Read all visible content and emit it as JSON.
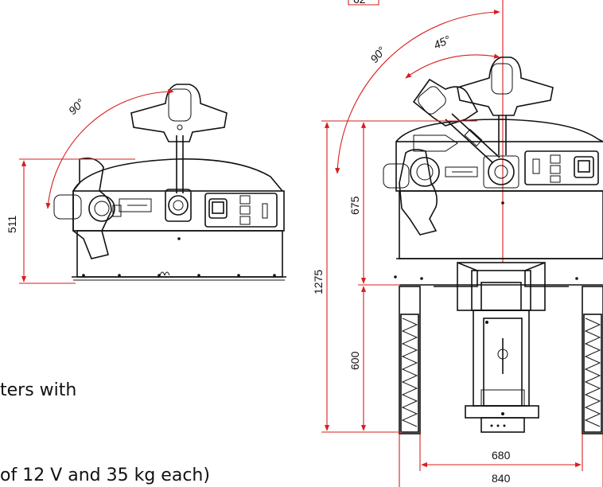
{
  "left_view": {
    "height_dimension": "511",
    "angle_label": "90°"
  },
  "right_view": {
    "top_dimension_partial": "62",
    "angle_90_label": "90°",
    "angle_45_label": "45°",
    "total_height_dimension": "1275",
    "upper_height_dimension": "675",
    "lower_height_dimension": "600",
    "inner_width_dimension": "680",
    "outer_width_dimension": "840"
  },
  "text_fragments": {
    "line1": "ters with",
    "line2": "of 12 V and 35 kg each)"
  },
  "colors": {
    "dimension_line": "#d81e1e",
    "outline": "#111111"
  }
}
